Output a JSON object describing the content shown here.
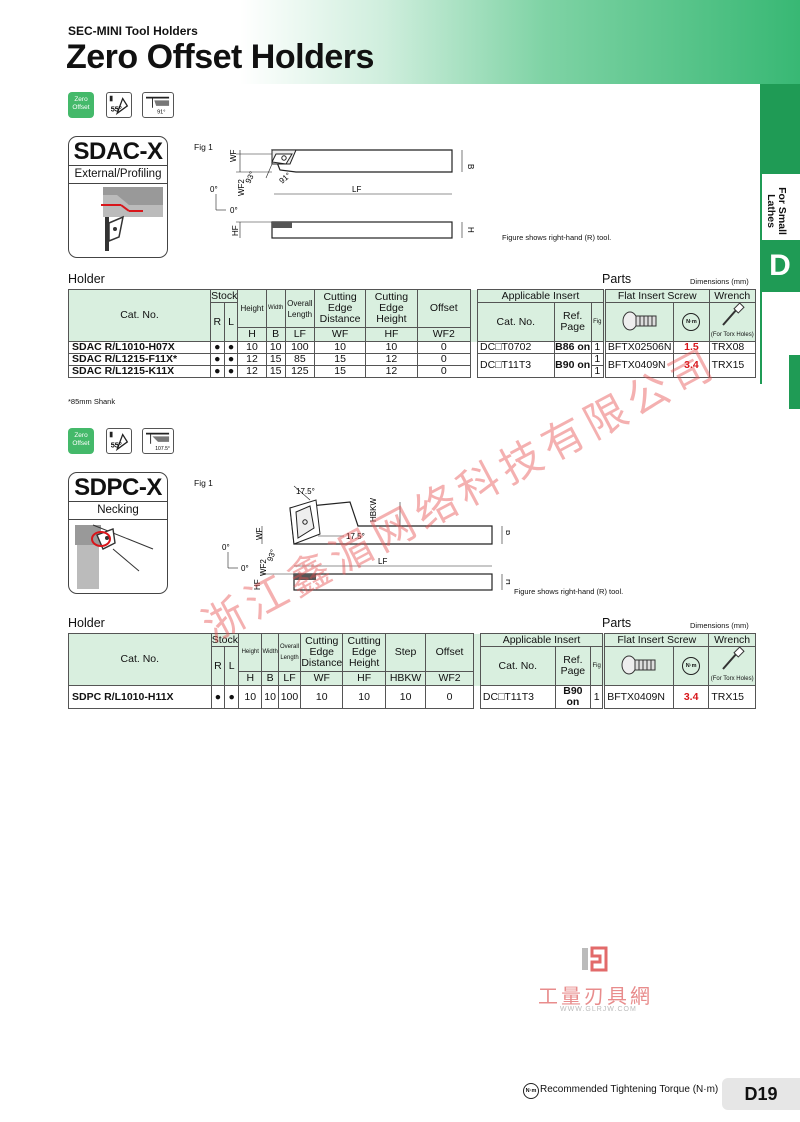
{
  "header": {
    "subtitle": "SEC-MINI Tool Holders",
    "title": "Zero Offset Holders"
  },
  "side_tab": {
    "label": "For Small Lathes",
    "letter": "D"
  },
  "badges": {
    "zero_offset": "Zero Offset",
    "angle_55": "55°",
    "angle_91": "91°",
    "angle_1075": "107.5°"
  },
  "sdac": {
    "name": "SDAC-X",
    "desc": "External/Profiling",
    "fig_label": "Fig 1",
    "dims": {
      "wf": "WF",
      "wf2": "WF2",
      "b": "B",
      "lf": "LF",
      "hf": "HF",
      "h": "H",
      "a93": "93°",
      "a91": "91°",
      "a0a": "0°",
      "a0b": "0°"
    },
    "fig_note": "Figure shows right-hand (R) tool.",
    "section_holder": "Holder",
    "section_parts": "Parts",
    "dims_unit": "Dimensions (mm)",
    "headers": {
      "cat_no": "Cat. No.",
      "stock": "Stock",
      "r": "R",
      "l": "L",
      "height": "Height",
      "width": "Width",
      "overall": "Overall",
      "length": "Length",
      "cut_dist": "Cutting Edge Distance",
      "cut_height": "Cutting Edge Height",
      "offset": "Offset",
      "h": "H",
      "b": "B",
      "lf": "LF",
      "wf": "WF",
      "hf": "HF",
      "wf2": "WF2",
      "app_insert": "Applicable Insert",
      "ins_cat": "Cat. No.",
      "ref_page": "Ref. Page",
      "fig": "Fig",
      "screw": "Flat Insert Screw",
      "wrench": "Wrench",
      "torx": "(For Torx Holes)",
      "nm": "N·m"
    },
    "rows": [
      {
        "cat": "SDAC R/L1010-H07X",
        "r": "●",
        "l": "●",
        "h": "10",
        "b": "10",
        "lf": "100",
        "wf": "10",
        "hf": "10",
        "wf2": "0",
        "insert": "DC□T0702",
        "page": "B86 on",
        "fig": "1",
        "screw": "BFTX02506N",
        "torque": "1.5",
        "wrench": "TRX08"
      },
      {
        "cat": "SDAC R/L1215-F11X*",
        "r": "●",
        "l": "●",
        "h": "12",
        "b": "15",
        "lf": "85",
        "wf": "15",
        "hf": "12",
        "wf2": "0",
        "insert": "DC□T11T3",
        "page": "B90 on",
        "fig": "1",
        "screw": "BFTX0409N",
        "torque": "3.4",
        "wrench": "TRX15"
      },
      {
        "cat": "SDAC R/L1215-K11X",
        "r": "●",
        "l": "●",
        "h": "12",
        "b": "15",
        "lf": "125",
        "wf": "15",
        "hf": "12",
        "wf2": "0",
        "fig": "1"
      }
    ],
    "footnote": "*85mm Shank"
  },
  "sdpc": {
    "name": "SDPC-X",
    "desc": "Necking",
    "fig_label": "Fig 1",
    "dims": {
      "wf": "WF",
      "wf2": "WF2",
      "b": "B",
      "lf": "LF",
      "hf": "HF",
      "h": "H",
      "hbkw": "HBKW",
      "a175a": "17.5°",
      "a175b": "17.5°",
      "a93": "93°",
      "a0a": "0°",
      "a0b": "0°"
    },
    "fig_note": "Figure shows right-hand (R) tool.",
    "section_holder": "Holder",
    "section_parts": "Parts",
    "dims_unit": "Dimensions (mm)",
    "headers": {
      "cat_no": "Cat. No.",
      "stock": "Stock",
      "r": "R",
      "l": "L",
      "height": "Height",
      "width": "Width",
      "overall": "Overall",
      "length": "Length",
      "cut_dist": "Cutting Edge Distance",
      "cut_height": "Cutting Edge Height",
      "step": "Step",
      "offset": "Offset",
      "h": "H",
      "b": "B",
      "lf": "LF",
      "wf": "WF",
      "hf": "HF",
      "hbkw": "HBKW",
      "wf2": "WF2",
      "app_insert": "Applicable Insert",
      "ins_cat": "Cat. No.",
      "ref_page": "Ref. Page",
      "fig": "Fig",
      "screw": "Flat Insert Screw",
      "wrench": "Wrench",
      "torx": "(For Torx Holes)",
      "nm": "N·m"
    },
    "rows": [
      {
        "cat": "SDPC R/L1010-H11X",
        "r": "●",
        "l": "●",
        "h": "10",
        "b": "10",
        "lf": "100",
        "wf": "10",
        "hf": "10",
        "hbkw": "10",
        "wf2": "0",
        "insert": "DC□T11T3",
        "page": "B90 on",
        "fig": "1",
        "screw": "BFTX0409N",
        "torque": "3.4",
        "wrench": "TRX15"
      }
    ]
  },
  "watermark": {
    "text": "浙江鑫湄网络科技有限公司"
  },
  "logo": {
    "brand": "工量刃具網",
    "url": "WWW.GLRJW.COM"
  },
  "footer": {
    "icon": "N·m",
    "text": "Recommended Tightening Torque (N·m)",
    "page": "D19"
  },
  "colors": {
    "brand_green": "#1f9b55",
    "header_light": "#d9efdf",
    "torque_red": "#d8161b"
  }
}
